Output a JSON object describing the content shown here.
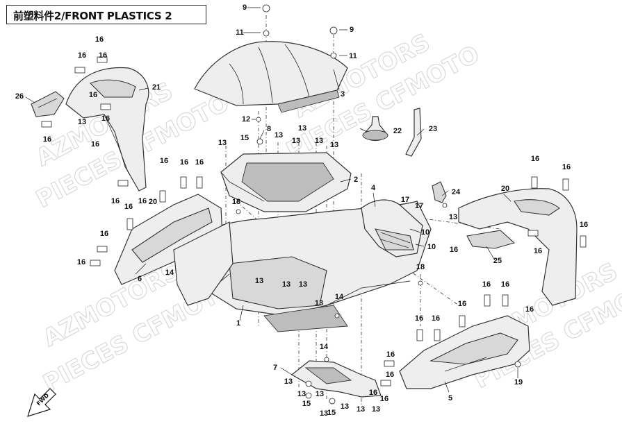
{
  "title": "前塑料件2/FRONT PLASTICS 2",
  "watermarks": [
    "AZMOTORS",
    "PIECES CFMOTO",
    "AZMOTORS",
    "PIECES CFMOTO",
    "AZMOTORS",
    "PIECES CFMOTO",
    "AZMOTORS",
    "PIECES CFMOTO"
  ],
  "direction_label": "FWD",
  "callouts": {
    "c_9a": "9",
    "c_11a": "11",
    "c_9b": "9",
    "c_11b": "11",
    "c_3": "3",
    "c_16a": "16",
    "c_16b": "16",
    "c_16c": "16",
    "c_21": "21",
    "c_26": "26",
    "c_16d": "16",
    "c_13a": "13",
    "c_16e": "16",
    "c_16f": "16",
    "c_16g": "16",
    "c_12": "12",
    "c_8": "8",
    "c_22": "22",
    "c_23": "23",
    "c_13b": "13",
    "c_15a": "15",
    "c_13c": "13",
    "c_13d": "13",
    "c_13e": "13",
    "c_13f": "13",
    "c_2": "2",
    "c_16h": "16",
    "c_16i": "16",
    "c_16j": "16",
    "c_16k": "16",
    "c_16l": "16",
    "c_4": "4",
    "c_24": "24",
    "c_20a": "20",
    "c_16m": "16",
    "c_16n": "16",
    "c_18a": "18",
    "c_17a": "17",
    "c_17b": "17",
    "c_10a": "10",
    "c_10b": "10",
    "c_16o": "16",
    "c_16p": "16",
    "c_20b": "20",
    "c_16q": "16",
    "c_13g": "13",
    "c_16r": "16",
    "c_16s": "16",
    "c_25": "25",
    "c_16t": "16",
    "c_16u": "16",
    "c_6": "6",
    "c_14a": "14",
    "c_13h": "13",
    "c_13i": "13",
    "c_13j": "13",
    "c_18b": "18",
    "c_13k": "13",
    "c_14b": "14",
    "c_1": "1",
    "c_16v": "16",
    "c_16w": "16",
    "c_16x": "16",
    "c_16y": "16",
    "c_16z": "16",
    "c_16aa": "16",
    "c_14c": "14",
    "c_7": "7",
    "c_16ab": "16",
    "c_16ac": "16",
    "c_19": "19",
    "c_5": "5",
    "c_13l": "13",
    "c_15b": "15",
    "c_13m": "13",
    "c_13n": "13",
    "c_15c": "15",
    "c_13o": "13",
    "c_13p": "13",
    "c_16ad": "16"
  }
}
